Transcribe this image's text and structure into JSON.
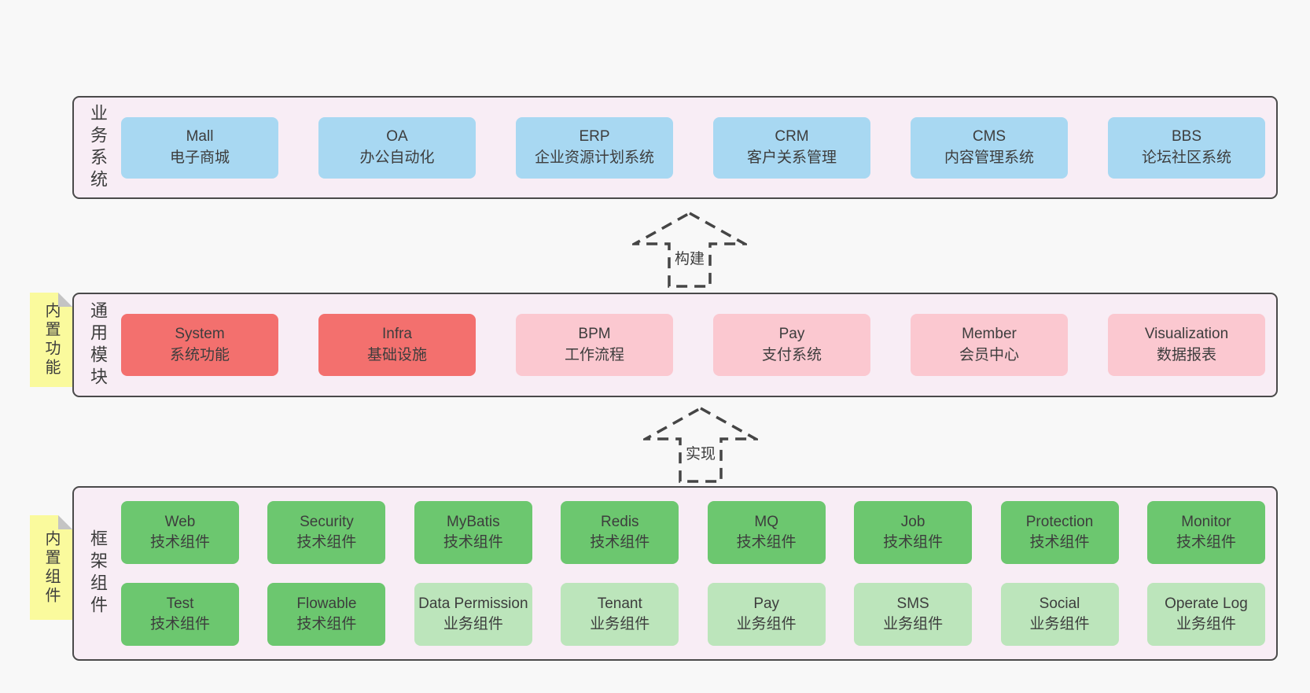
{
  "colors": {
    "page_bg": "#f8f8f8",
    "band_bg": "#f8edf5",
    "band_border": "#4a4a4a",
    "box_blue": "#a8d8f2",
    "box_red": "#f3706e",
    "box_pink": "#fbc8d0",
    "box_green_dark": "#6cc76f",
    "box_green_light": "#bce5bb",
    "sticky_yellow": "#fafa9d",
    "sticky_fold": "#c4c4c4",
    "text": "#3d3d3d"
  },
  "band_business": {
    "label": "业务系统",
    "boxes": [
      {
        "name": "Mall",
        "subtitle": "电子商城",
        "variant": "blue"
      },
      {
        "name": "OA",
        "subtitle": "办公自动化",
        "variant": "blue"
      },
      {
        "name": "ERP",
        "subtitle": "企业资源计划系统",
        "variant": "blue"
      },
      {
        "name": "CRM",
        "subtitle": "客户关系管理",
        "variant": "blue"
      },
      {
        "name": "CMS",
        "subtitle": "内容管理系统",
        "variant": "blue"
      },
      {
        "name": "BBS",
        "subtitle": "论坛社区系统",
        "variant": "blue"
      }
    ]
  },
  "arrow_build": {
    "label": "构建"
  },
  "band_modules": {
    "label": "通用模块",
    "sticky": "内置功能",
    "boxes": [
      {
        "name": "System",
        "subtitle": "系统功能",
        "variant": "red"
      },
      {
        "name": "Infra",
        "subtitle": "基础设施",
        "variant": "red"
      },
      {
        "name": "BPM",
        "subtitle": "工作流程",
        "variant": "pink"
      },
      {
        "name": "Pay",
        "subtitle": "支付系统",
        "variant": "pink"
      },
      {
        "name": "Member",
        "subtitle": "会员中心",
        "variant": "pink"
      },
      {
        "name": "Visualization",
        "subtitle": "数据报表",
        "variant": "pink"
      }
    ]
  },
  "arrow_implement": {
    "label": "实现"
  },
  "band_framework": {
    "label": "框架组件",
    "sticky": "内置组件",
    "row1": [
      {
        "name": "Web",
        "subtitle": "技术组件",
        "variant": "green-dark"
      },
      {
        "name": "Security",
        "subtitle": "技术组件",
        "variant": "green-dark"
      },
      {
        "name": "MyBatis",
        "subtitle": "技术组件",
        "variant": "green-dark"
      },
      {
        "name": "Redis",
        "subtitle": "技术组件",
        "variant": "green-dark"
      },
      {
        "name": "MQ",
        "subtitle": "技术组件",
        "variant": "green-dark"
      },
      {
        "name": "Job",
        "subtitle": "技术组件",
        "variant": "green-dark"
      },
      {
        "name": "Protection",
        "subtitle": "技术组件",
        "variant": "green-dark"
      },
      {
        "name": "Monitor",
        "subtitle": "技术组件",
        "variant": "green-dark"
      }
    ],
    "row2": [
      {
        "name": "Test",
        "subtitle": "技术组件",
        "variant": "green-dark"
      },
      {
        "name": "Flowable",
        "subtitle": "技术组件",
        "variant": "green-dark"
      },
      {
        "name": "Data Permission",
        "subtitle": "业务组件",
        "variant": "green-light"
      },
      {
        "name": "Tenant",
        "subtitle": "业务组件",
        "variant": "green-light"
      },
      {
        "name": "Pay",
        "subtitle": "业务组件",
        "variant": "green-light"
      },
      {
        "name": "SMS",
        "subtitle": "业务组件",
        "variant": "green-light"
      },
      {
        "name": "Social",
        "subtitle": "业务组件",
        "variant": "green-light"
      },
      {
        "name": "Operate Log",
        "subtitle": "业务组件",
        "variant": "green-light"
      }
    ]
  }
}
